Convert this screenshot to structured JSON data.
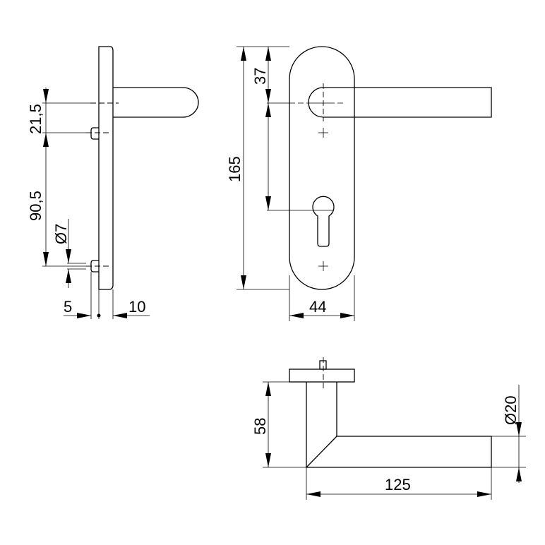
{
  "dimensions": {
    "side_lever_offset": "21,5",
    "side_pin_spacing": "90,5",
    "pin_diameter": "Ø7",
    "pin_depth": "5",
    "plate_thickness": "10",
    "plate_height": "165",
    "lever_from_top": "37",
    "plate_width": "44",
    "lever_projection": "58",
    "lever_length": "125",
    "lever_diameter": "Ø20"
  },
  "colors": {
    "line": "#000000",
    "background": "#ffffff"
  }
}
